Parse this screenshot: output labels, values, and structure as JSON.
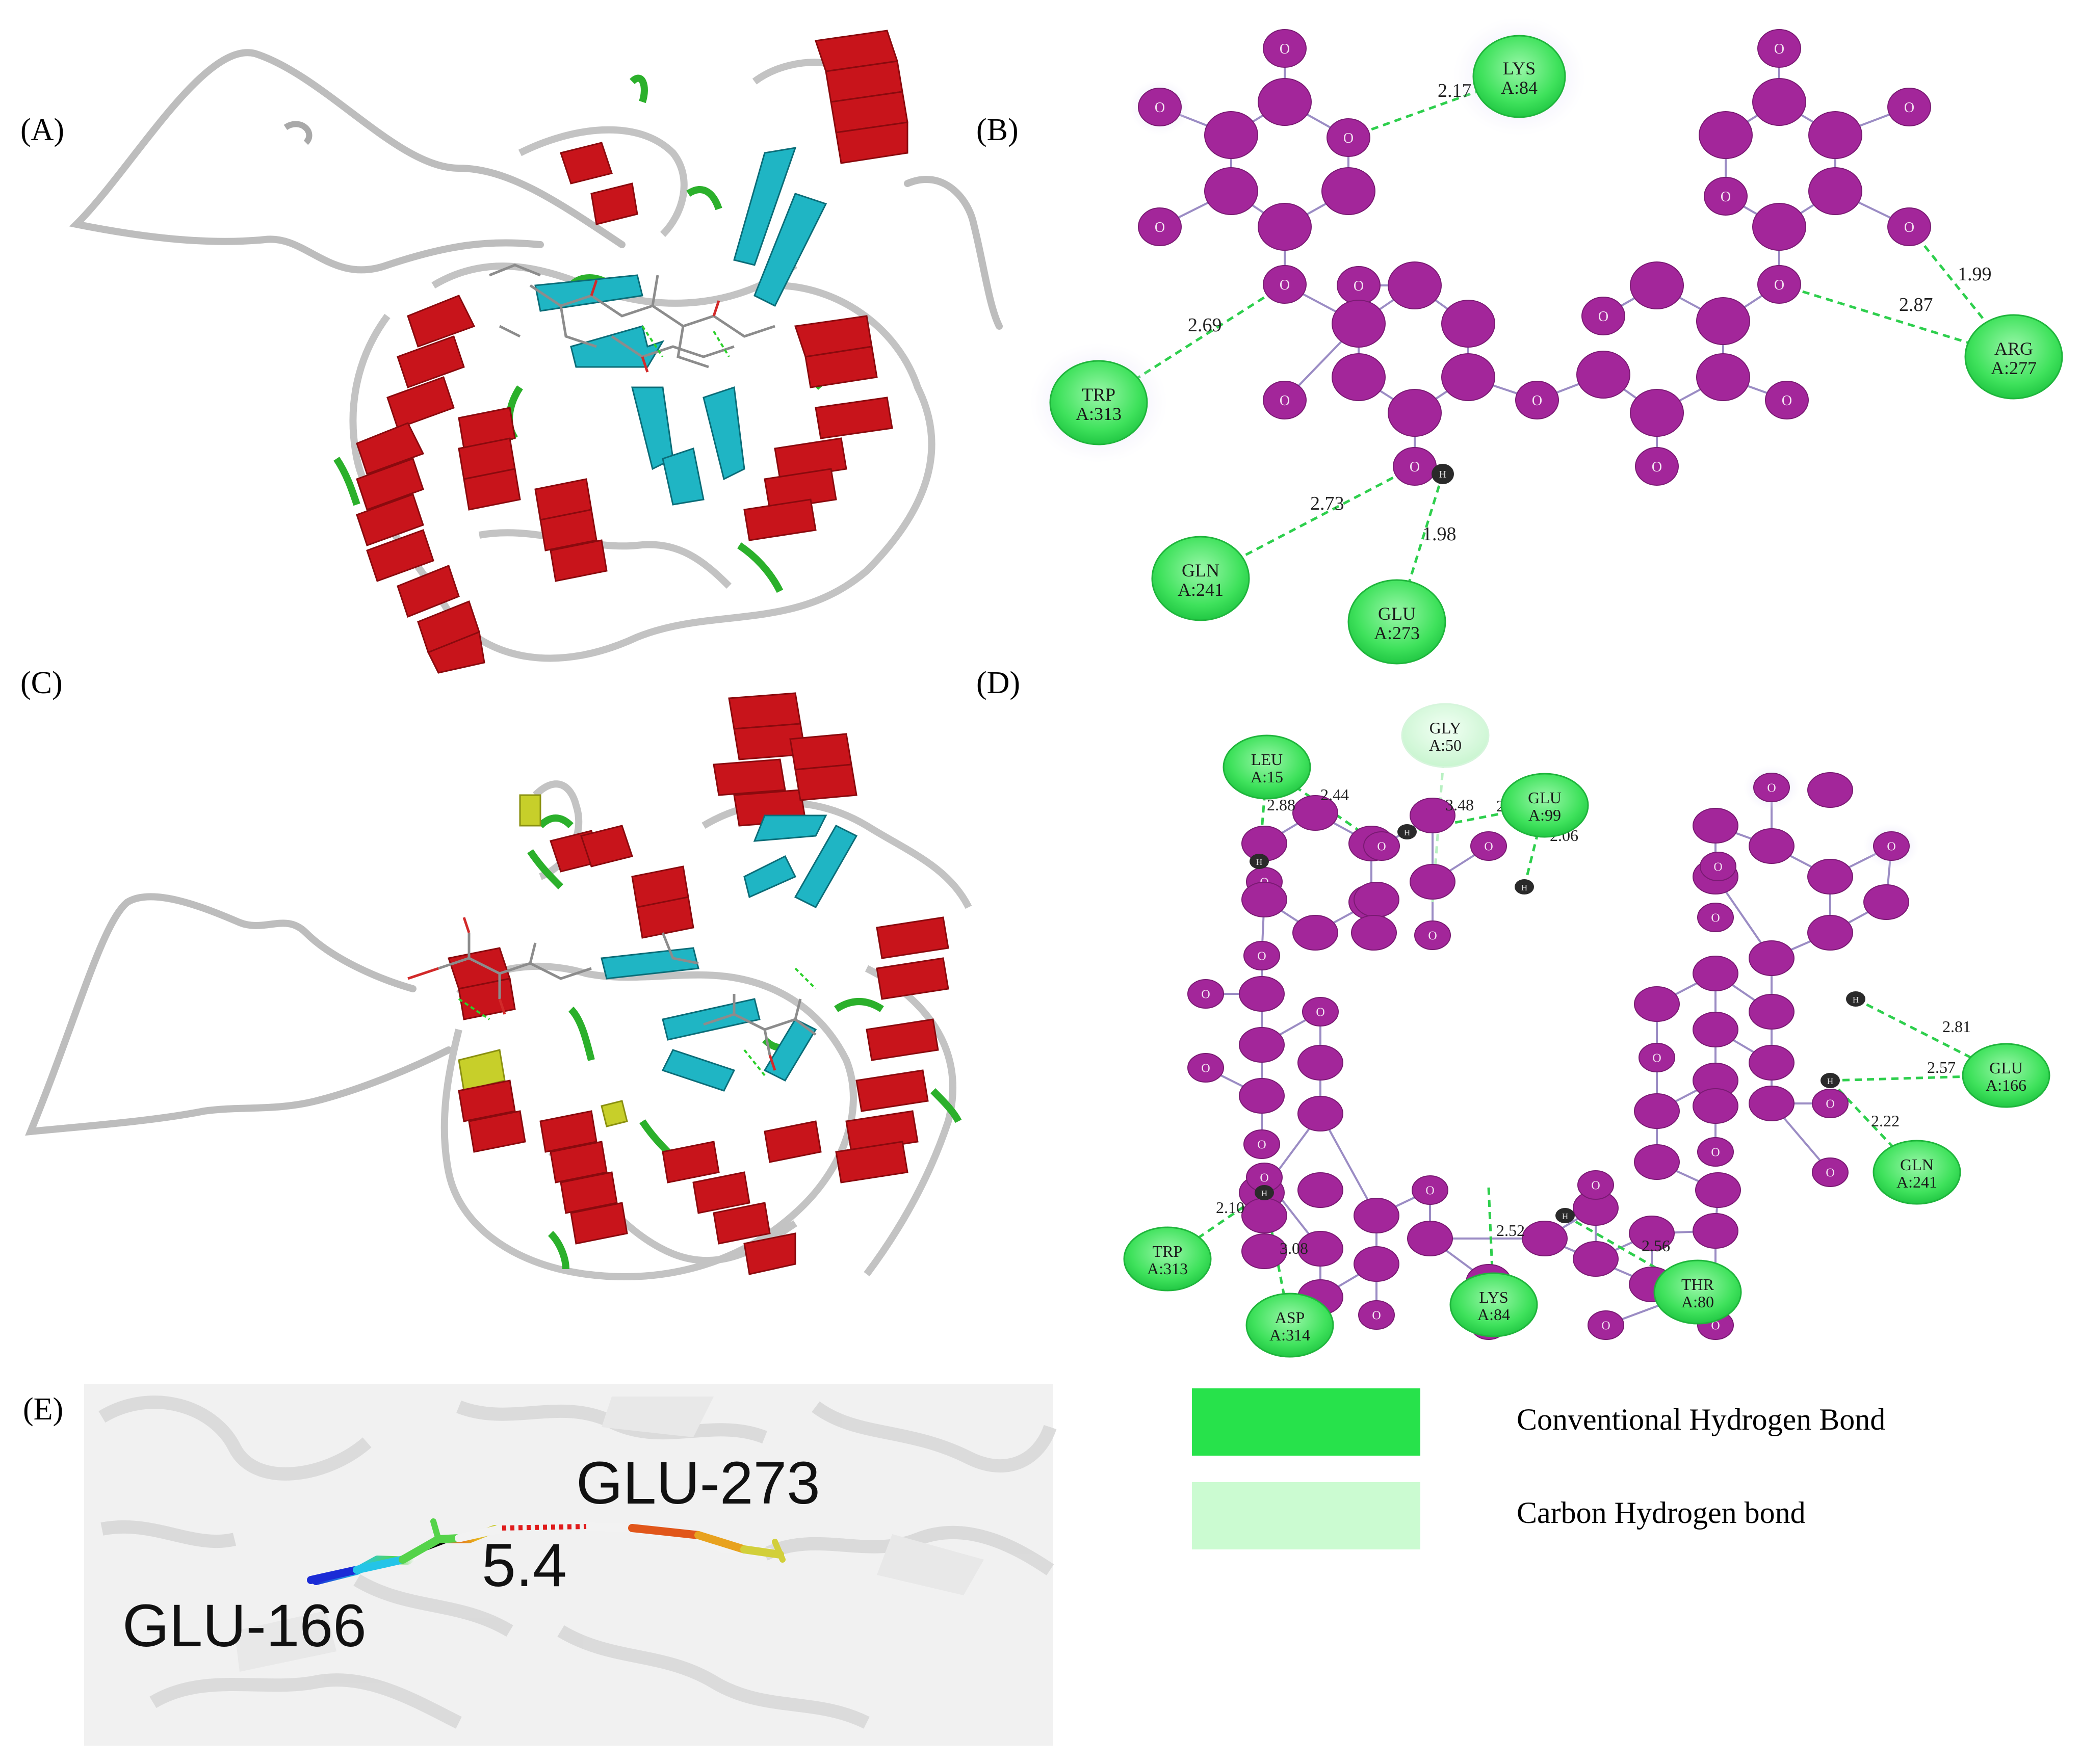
{
  "panels": {
    "A": {
      "label": "(A)"
    },
    "B": {
      "label": "(B)",
      "atom_label": "O",
      "h_label": "H",
      "residues": {
        "lys84": {
          "name": "LYS",
          "id": "A:84"
        },
        "trp313": {
          "name": "TRP",
          "id": "A:313"
        },
        "arg277": {
          "name": "ARG",
          "id": "A:277"
        },
        "gln241": {
          "name": "GLN",
          "id": "A:241"
        },
        "glu273": {
          "name": "GLU",
          "id": "A:273"
        }
      },
      "distances": {
        "lys84": "2.17",
        "trp313": "2.69",
        "arg277a": "1.99",
        "arg277b": "2.87",
        "gln241": "2.73",
        "glu273": "1.98"
      }
    },
    "C": {
      "label": "(C)"
    },
    "D": {
      "label": "(D)",
      "atom_label": "O",
      "h_label": "H",
      "residues": {
        "leu15": {
          "name": "LEU",
          "id": "A:15"
        },
        "gly50": {
          "name": "GLY",
          "id": "A:50"
        },
        "glu99": {
          "name": "GLU",
          "id": "A:99"
        },
        "glu166": {
          "name": "GLU",
          "id": "A:166"
        },
        "gln241": {
          "name": "GLN",
          "id": "A:241"
        },
        "trp313": {
          "name": "TRP",
          "id": "A:313"
        },
        "asp314": {
          "name": "ASP",
          "id": "A:314"
        },
        "lys84": {
          "name": "LYS",
          "id": "A:84"
        },
        "thr80": {
          "name": "THR",
          "id": "A:80"
        }
      },
      "distances": {
        "leu15a": "2.88",
        "leu15b": "2.44",
        "gly50": "3.48",
        "glu99a": "2.40",
        "glu99b": "2.06",
        "glu166a": "2.81",
        "glu166b": "2.57",
        "gln241": "2.22",
        "trp313": "2.10",
        "asp314": "3.08",
        "lys84": "2.52",
        "thr80": "2.56"
      }
    },
    "E": {
      "label": "(E)",
      "residue_left": "GLU-166",
      "residue_right": "GLU-273",
      "distance": "5.4"
    }
  },
  "legend": {
    "items": [
      {
        "label": "Conventional Hydrogen Bond",
        "color": "#27e24b"
      },
      {
        "label": "Carbon Hydrogen bond",
        "color": "#cbfbd1"
      }
    ]
  },
  "colors": {
    "helix": "#c8141b",
    "sheet": "#1fb5c4",
    "coil": "#bdbdbd",
    "turn": "#2bb02b",
    "atom": "#a3269a",
    "conventional": "#27e24b",
    "carbon": "#cbfbd1"
  }
}
